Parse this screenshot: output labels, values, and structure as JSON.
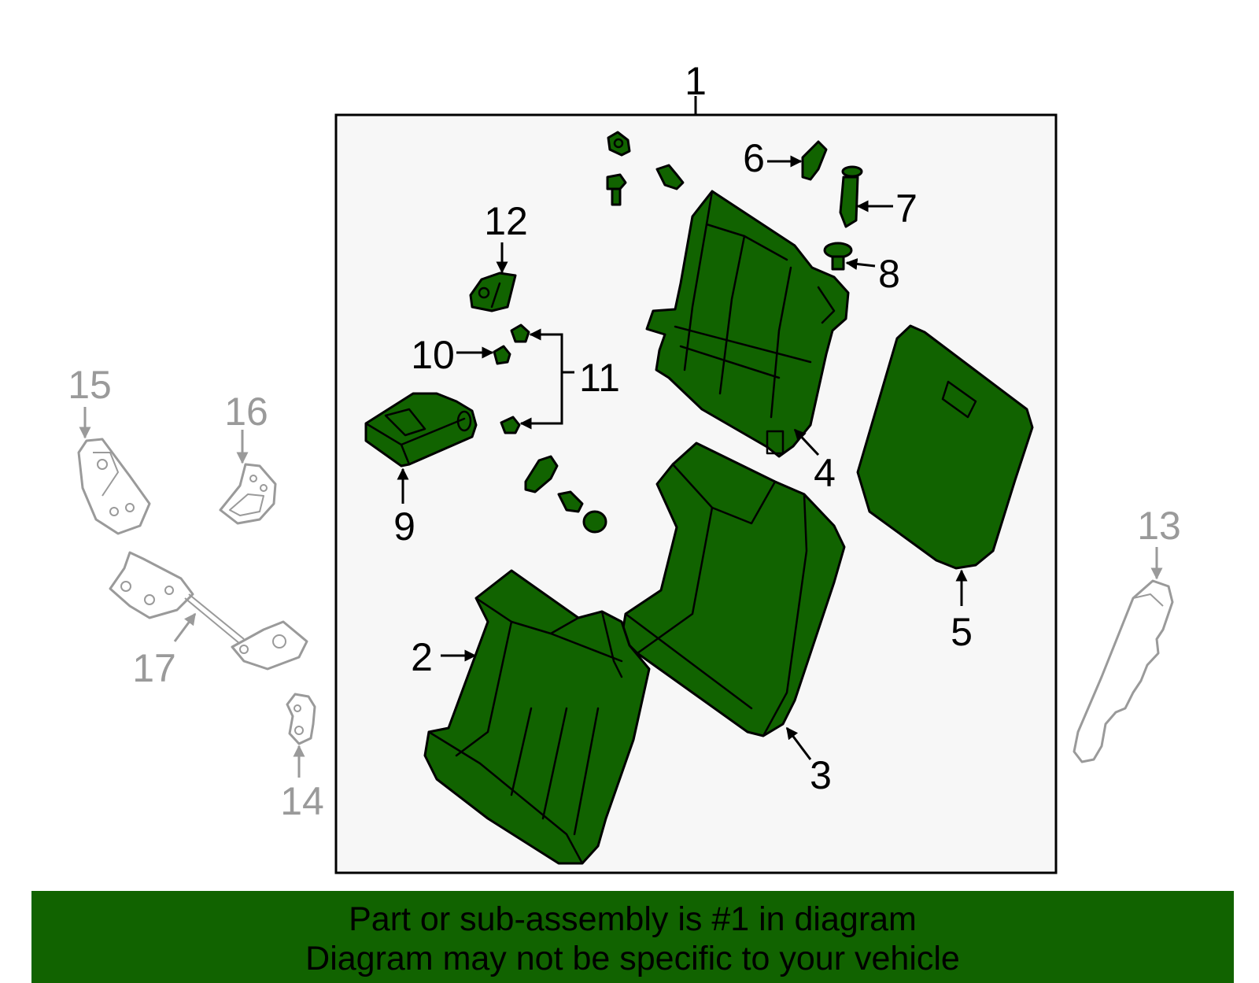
{
  "diagram": {
    "colors": {
      "part_fill": "#116300",
      "banner_fill": "#116300",
      "frame_fill": "#f7f7f7",
      "ghost_stroke": "#9a9a9a"
    },
    "callouts": {
      "c1": "1",
      "c2": "2",
      "c3": "3",
      "c4": "4",
      "c5": "5",
      "c6": "6",
      "c7": "7",
      "c8": "8",
      "c9": "9",
      "c10": "10",
      "c11": "11",
      "c12": "12",
      "c13": "13",
      "c14": "14",
      "c15": "15",
      "c16": "16",
      "c17": "17"
    }
  },
  "banner": {
    "line1": "Part or sub-assembly is #1 in diagram",
    "line2": "Diagram may not be specific to your vehicle"
  }
}
